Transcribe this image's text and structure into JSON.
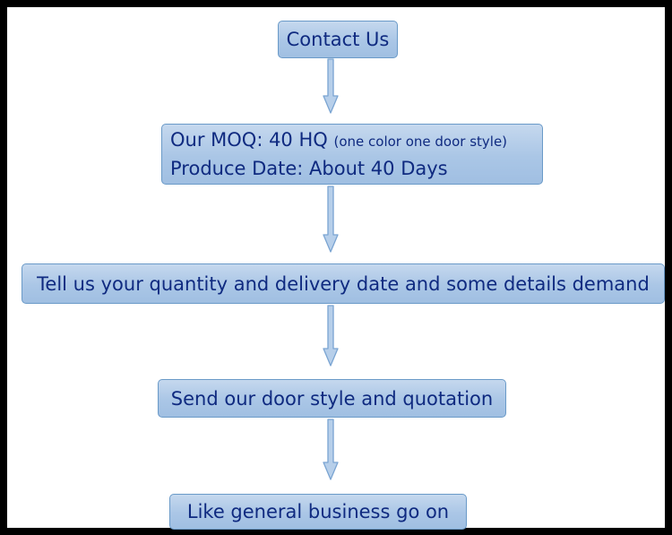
{
  "flow": {
    "step1": "Contact Us",
    "step2": {
      "line1": "Our MOQ: 40 HQ",
      "line1_note": "(one color one door style)",
      "line2": "Produce Date: About 40 Days"
    },
    "step3": "Tell us your quantity and delivery date and some details demand",
    "step4": "Send our door style and quotation",
    "step5": "Like general business go on"
  },
  "colors": {
    "box_fill": "#a9c5e6",
    "box_border": "#6a9ac8",
    "text": "#0f2a80",
    "arrow": "#7aa4d2"
  }
}
